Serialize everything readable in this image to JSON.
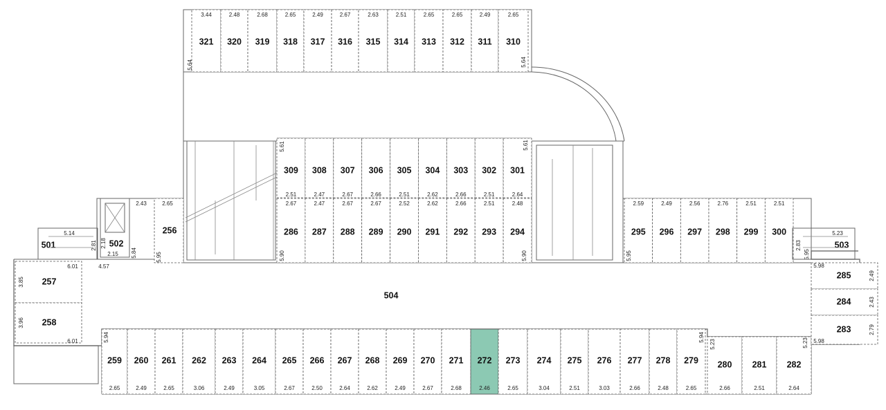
{
  "corridor_label": "504",
  "highlight_color": "#8cc9b3",
  "highlighted_room": "272",
  "rooms": {
    "top_row": [
      {
        "id": "321",
        "dim": "3.44"
      },
      {
        "id": "320",
        "dim": "2.48"
      },
      {
        "id": "319",
        "dim": "2.68"
      },
      {
        "id": "318",
        "dim": "2.65"
      },
      {
        "id": "317",
        "dim": "2.49"
      },
      {
        "id": "316",
        "dim": "2.67"
      },
      {
        "id": "315",
        "dim": "2.63"
      },
      {
        "id": "314",
        "dim": "2.51"
      },
      {
        "id": "313",
        "dim": "2.65"
      },
      {
        "id": "312",
        "dim": "2.65"
      },
      {
        "id": "311",
        "dim": "2.49"
      },
      {
        "id": "310",
        "dim": "2.65"
      }
    ],
    "upper_mid": [
      {
        "id": "309",
        "dim": "2.51"
      },
      {
        "id": "308",
        "dim": "2.47"
      },
      {
        "id": "307",
        "dim": "2.67"
      },
      {
        "id": "306",
        "dim": "2.66"
      },
      {
        "id": "305",
        "dim": "2.51"
      },
      {
        "id": "304",
        "dim": "2.62"
      },
      {
        "id": "303",
        "dim": "2.66"
      },
      {
        "id": "302",
        "dim": "2.51"
      },
      {
        "id": "301",
        "dim": "2.64"
      }
    ],
    "lower_mid": [
      {
        "id": "286",
        "dim": "2.67"
      },
      {
        "id": "287",
        "dim": "2.47"
      },
      {
        "id": "288",
        "dim": "2.67"
      },
      {
        "id": "289",
        "dim": "2.67"
      },
      {
        "id": "290",
        "dim": "2.52"
      },
      {
        "id": "291",
        "dim": "2.62"
      },
      {
        "id": "292",
        "dim": "2.66"
      },
      {
        "id": "293",
        "dim": "2.51"
      },
      {
        "id": "294",
        "dim": "2.48"
      }
    ],
    "right_wing": [
      {
        "id": "295",
        "dim": "2.59"
      },
      {
        "id": "296",
        "dim": "2.49"
      },
      {
        "id": "297",
        "dim": "2.56"
      },
      {
        "id": "298",
        "dim": "2.76"
      },
      {
        "id": "299",
        "dim": "2.51"
      },
      {
        "id": "300",
        "dim": "2.51"
      }
    ],
    "bottom_row": [
      {
        "id": "259",
        "dim": "2.65"
      },
      {
        "id": "260",
        "dim": "2.49"
      },
      {
        "id": "261",
        "dim": "2.65"
      },
      {
        "id": "262",
        "dim": "3.06"
      },
      {
        "id": "263",
        "dim": "2.49"
      },
      {
        "id": "264",
        "dim": "3.05"
      },
      {
        "id": "265",
        "dim": "2.67"
      },
      {
        "id": "266",
        "dim": "2.50"
      },
      {
        "id": "267",
        "dim": "2.64"
      },
      {
        "id": "268",
        "dim": "2.62"
      },
      {
        "id": "269",
        "dim": "2.49"
      },
      {
        "id": "270",
        "dim": "2.67"
      },
      {
        "id": "271",
        "dim": "2.68"
      },
      {
        "id": "272",
        "dim": "2.46"
      },
      {
        "id": "273",
        "dim": "2.65"
      },
      {
        "id": "274",
        "dim": "3.04"
      },
      {
        "id": "275",
        "dim": "2.51"
      },
      {
        "id": "276",
        "dim": "3.03"
      },
      {
        "id": "277",
        "dim": "2.66"
      },
      {
        "id": "278",
        "dim": "2.48"
      },
      {
        "id": "279",
        "dim": "2.65"
      }
    ],
    "bottom_right": [
      {
        "id": "280",
        "dim": "2.66"
      },
      {
        "id": "281",
        "dim": "2.51"
      },
      {
        "id": "282",
        "dim": "2.64"
      }
    ],
    "right_column": [
      {
        "id": "285",
        "dim": "2.49"
      },
      {
        "id": "284",
        "dim": "2.43"
      },
      {
        "id": "283",
        "dim": "2.79"
      }
    ],
    "left_column": [
      {
        "id": "257",
        "dim": "3.85"
      },
      {
        "id": "258",
        "dim": "3.96"
      }
    ],
    "misc": {
      "r256": "256",
      "r501": "501",
      "r502": "502",
      "r503": "503",
      "d256a": "2.43",
      "d256b": "2.65",
      "d256v": "5.95",
      "d501a": "5.14",
      "d501b": "2.81",
      "d502a": "2.18",
      "d502b": "2.15",
      "d_601a": "6.01",
      "d_457": "4.57",
      "d_584": "5.84",
      "d_601b": "6.01",
      "d503a": "5.23",
      "d503b": "2.83",
      "d_598a": "5.98",
      "d_598b": "5.98",
      "d_595r": "5.95",
      "d_523": "5.23",
      "d_594a": "5.94",
      "d_594b": "5.94",
      "d_564a": "5.64",
      "d_564b": "5.64",
      "d_561a": "5.61",
      "d_561b": "5.61",
      "d_590a": "5.90",
      "d_590b": "5.90",
      "d_595m": "5.95"
    }
  }
}
